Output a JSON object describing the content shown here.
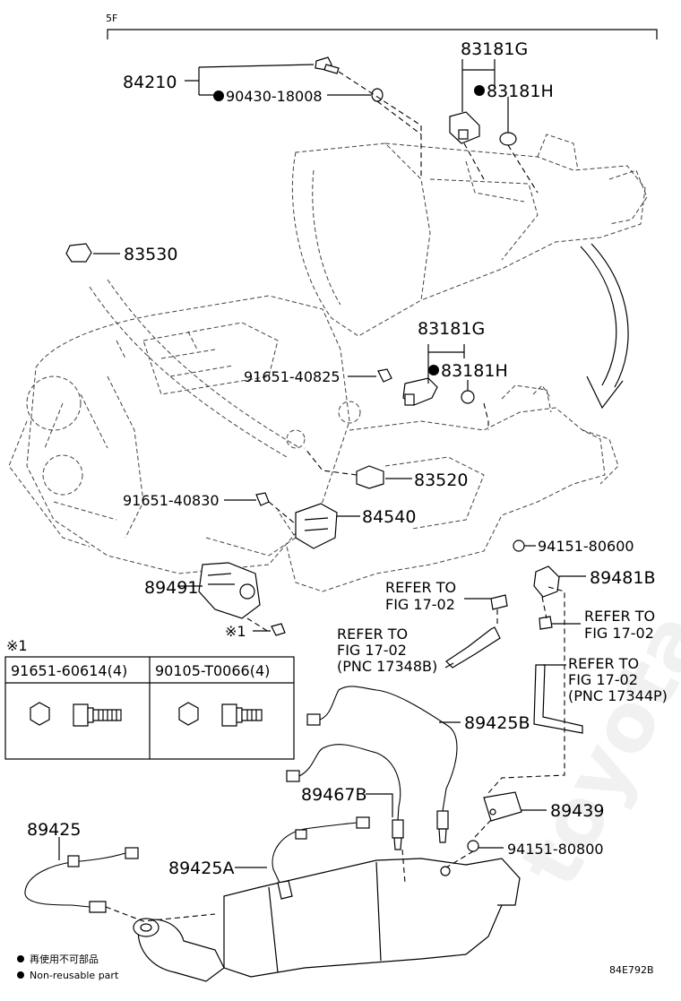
{
  "header": {
    "group_label": "5F"
  },
  "parts": [
    {
      "id": "p84210",
      "label": "84210",
      "dot": false
    },
    {
      "id": "p90430",
      "label": "90430-18008",
      "dot": true
    },
    {
      "id": "p83181G_a",
      "label": "83181G",
      "dot": false
    },
    {
      "id": "p83181H_a",
      "label": "83181H",
      "dot": true
    },
    {
      "id": "p83530",
      "label": "83530",
      "dot": false
    },
    {
      "id": "p83181G_b",
      "label": "83181G",
      "dot": false
    },
    {
      "id": "p83181H_b",
      "label": "83181H",
      "dot": true
    },
    {
      "id": "p91651_40825",
      "label": "91651-40825",
      "dot": false
    },
    {
      "id": "p83520",
      "label": "83520",
      "dot": false
    },
    {
      "id": "p91651_40830",
      "label": "91651-40830",
      "dot": false
    },
    {
      "id": "p84540",
      "label": "84540",
      "dot": false
    },
    {
      "id": "p94151_80600",
      "label": "94151-80600",
      "dot": false
    },
    {
      "id": "p89481B",
      "label": "89481B",
      "dot": false
    },
    {
      "id": "p89491",
      "label": "89491",
      "dot": false
    },
    {
      "id": "p89425B",
      "label": "89425B",
      "dot": false
    },
    {
      "id": "p89467B",
      "label": "89467B",
      "dot": false
    },
    {
      "id": "p89439",
      "label": "89439",
      "dot": false
    },
    {
      "id": "p89425",
      "label": "89425",
      "dot": false
    },
    {
      "id": "p94151_80800",
      "label": "94151-80800",
      "dot": false
    },
    {
      "id": "p89425A",
      "label": "89425A",
      "dot": false
    }
  ],
  "refer": [
    {
      "id": "r1",
      "lines": [
        "REFER TO",
        "FIG 17-02"
      ]
    },
    {
      "id": "r2",
      "lines": [
        "REFER TO",
        "FIG 17-02"
      ]
    },
    {
      "id": "r3",
      "lines": [
        "REFER TO",
        "FIG 17-02",
        "(PNC 17348B)"
      ]
    },
    {
      "id": "r4",
      "lines": [
        "REFER TO",
        "FIG 17-02",
        "(PNC 17344P)"
      ]
    }
  ],
  "note_marker": "※1",
  "note_ref": "※1",
  "table": {
    "columns": [
      "91651-60614(4)",
      "90105-T0066(4)"
    ]
  },
  "legend": {
    "items": [
      "再使用不可部品",
      "Non-reusable part"
    ]
  },
  "figure_code": "84E792B",
  "watermark": "toyota-shop.ru"
}
